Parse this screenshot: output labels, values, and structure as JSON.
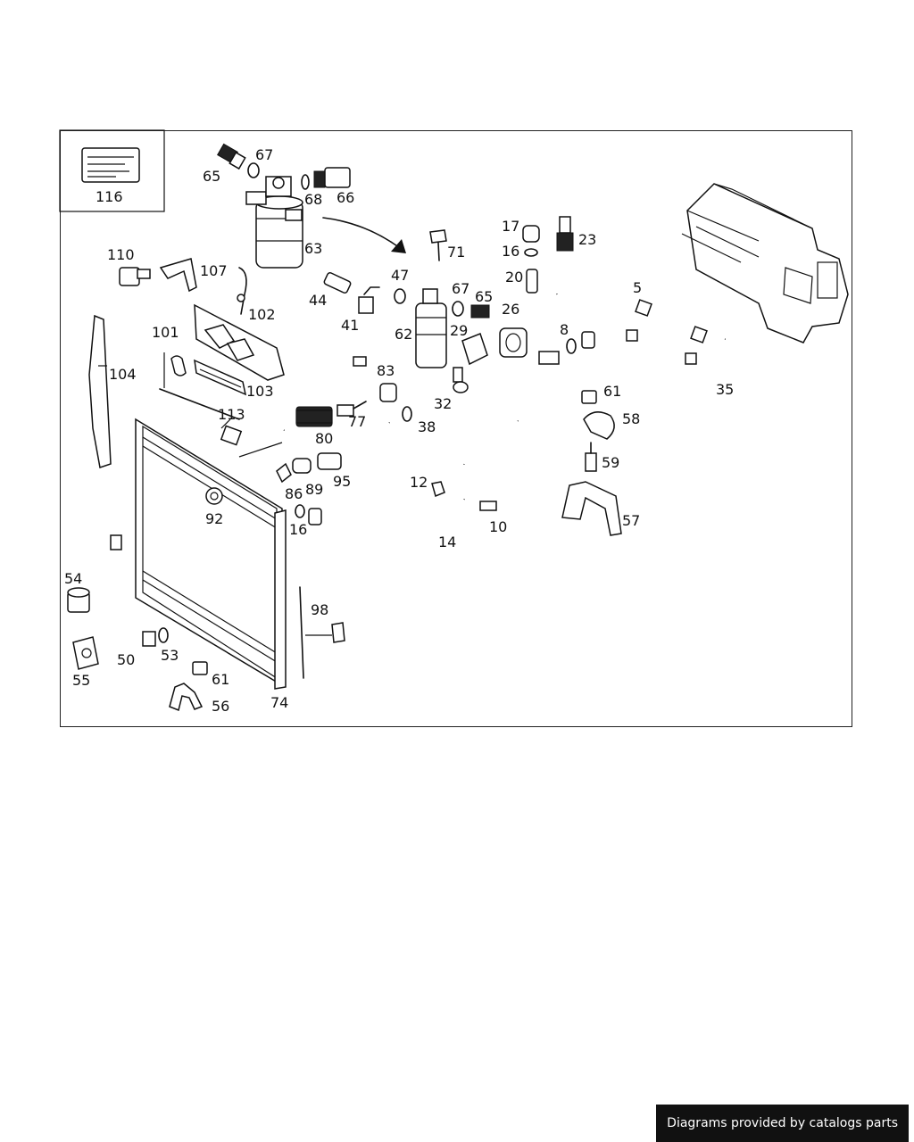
{
  "footer": {
    "credit": "Diagrams provided by catalogs parts"
  },
  "inset": {
    "label": "116"
  },
  "labels": {
    "l65a": "65",
    "l67a": "67",
    "l68": "68",
    "l66": "66",
    "l63": "63",
    "l71": "71",
    "l17": "17",
    "l16a": "16",
    "l23": "23",
    "l110": "110",
    "l107": "107",
    "l102": "102",
    "l44": "44",
    "l41": "41",
    "l47": "47",
    "l67b": "67",
    "l65b": "65",
    "l62": "62",
    "l29": "29",
    "l26": "26",
    "l20": "20",
    "l5": "5",
    "l8": "8",
    "l101": "101",
    "l104": "104",
    "l103": "103",
    "l83": "83",
    "l32": "32",
    "l61a": "61",
    "l35": "35",
    "l113": "113",
    "l77": "77",
    "l38": "38",
    "l58": "58",
    "l80": "80",
    "l59": "59",
    "l95": "95",
    "l86": "86",
    "l89": "89",
    "l12": "12",
    "l92": "92",
    "l16b": "16",
    "l14": "14",
    "l10": "10",
    "l57": "57",
    "l54": "54",
    "l98": "98",
    "l50": "50",
    "l53": "53",
    "l55": "55",
    "l61b": "61",
    "l56": "56",
    "l74": "74"
  },
  "colors": {
    "ink": "#111111",
    "background": "#ffffff",
    "badge": "#111111"
  }
}
